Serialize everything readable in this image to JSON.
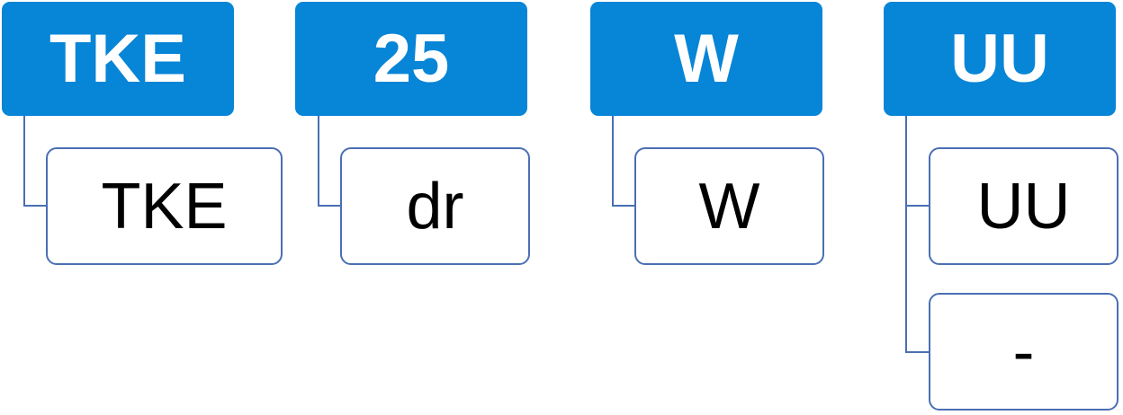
{
  "headers": [
    "TKE",
    "25",
    "W",
    "UU"
  ],
  "children": [
    {
      "parent_index": 0,
      "label": "TKE"
    },
    {
      "parent_index": 1,
      "label": "dr"
    },
    {
      "parent_index": 2,
      "label": "W"
    },
    {
      "parent_index": 3,
      "label": "UU"
    },
    {
      "parent_index": 3,
      "label": "-"
    }
  ],
  "colors": {
    "header_fill": "#0785d7",
    "header_text": "#ffffff",
    "child_border": "#4a6fb3",
    "connector": "#4a6fb3",
    "child_text": "#000000"
  }
}
